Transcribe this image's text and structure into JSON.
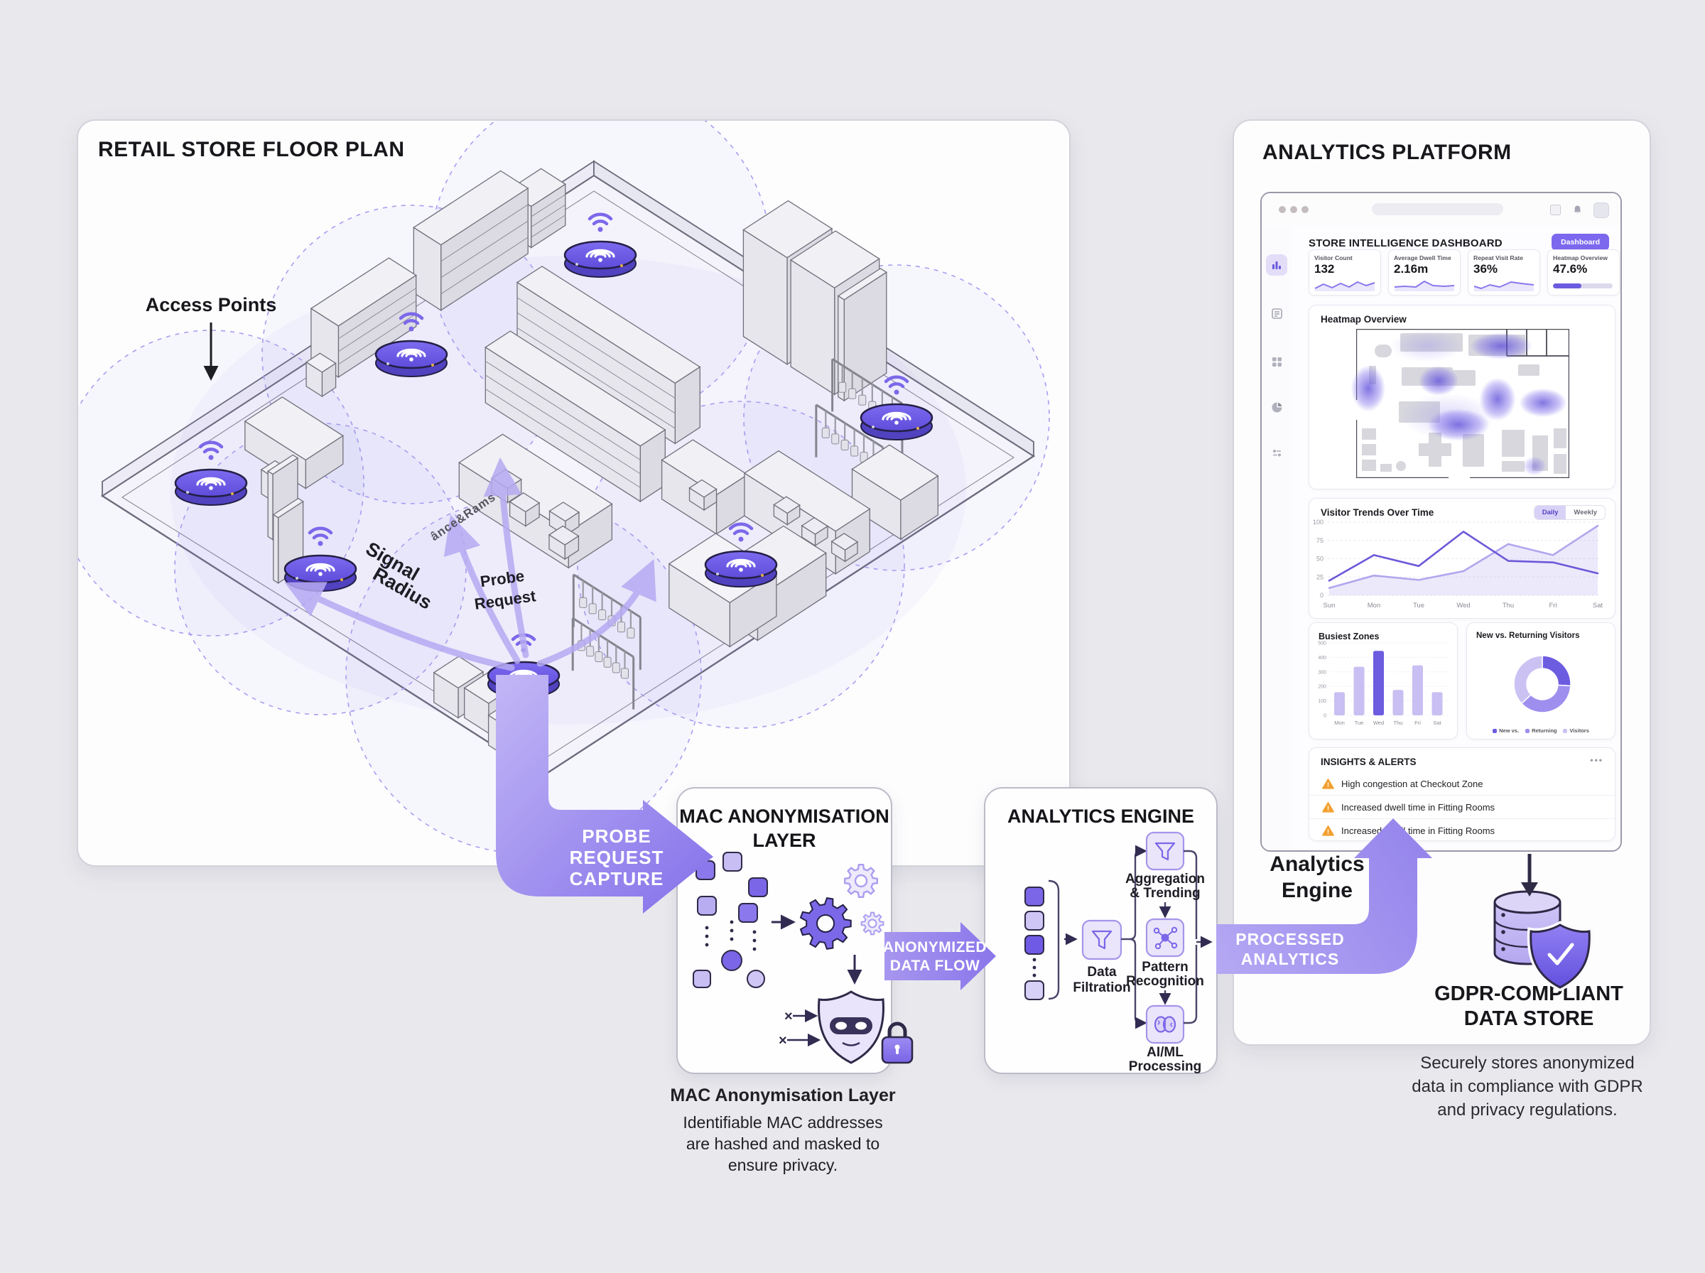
{
  "page": {
    "bg": "#e9e9ed",
    "accent": "#6c5ce0"
  },
  "floor_plan": {
    "title": "RETAIL STORE FLOOR PLAN",
    "access_points_label": "Access Points",
    "signal_radius_lines": [
      "Signal",
      "Radius"
    ],
    "probe_request_lines": [
      "Probe",
      "Request"
    ],
    "shelf_note": "ânce&Rams"
  },
  "flow": {
    "probe_lines": [
      "PROBE",
      "REQUEST",
      "CAPTURE"
    ],
    "anonymized_lines": [
      "ANONYMIZED",
      "DATA FLOW"
    ],
    "processed_lines": [
      "PROCESSED",
      "ANALYTICS"
    ],
    "engine_label_lines": [
      "Analytics",
      "Engine"
    ]
  },
  "mac_layer": {
    "title_lines": [
      "MAC ANONYMISATION",
      "LAYER"
    ],
    "caption_title": "MAC Anonymisation Layer",
    "caption_lines": [
      "Identifiable MAC addresses",
      "are hashed and masked to",
      "ensure privacy."
    ]
  },
  "analytics_engine": {
    "title": "ANALYTICS ENGINE",
    "data_filtration_lines": [
      "Data",
      "Filtration"
    ],
    "aggregation_lines": [
      "Aggregation",
      "& Trending"
    ],
    "pattern_lines": [
      "Pattern",
      "Recognition"
    ],
    "aiml_lines": [
      "AI/ML",
      "Processing"
    ]
  },
  "platform": {
    "title": "ANALYTICS PLATFORM",
    "dashboard": {
      "title": "STORE INTELLIGENCE DASHBOARD",
      "button_label": "Dashboard",
      "stats": [
        {
          "label": "Visitor Count",
          "value": "132"
        },
        {
          "label": "Average Dwell Time",
          "value": "2.16m"
        },
        {
          "label": "Repeat Visit Rate",
          "value": "36%"
        },
        {
          "label": "Heatmap Overview",
          "value": "47.6%"
        }
      ],
      "heatmap_title": "Heatmap Overview",
      "trends_title": "Visitor Trends Over Time",
      "toggle": {
        "daily": "Daily",
        "weekly": "Weekly"
      },
      "zones_title": "Busiest Zones",
      "donut_title": "New vs. Returning Visitors",
      "insights": {
        "title": "INSIGHTS & ALERTS",
        "menu": "•••",
        "alerts": [
          "High congestion at Checkout Zone",
          "Increased dwell time in Fitting Rooms",
          "Increased dwell time in Fitting Rooms"
        ]
      }
    }
  },
  "gdpr": {
    "title_lines": [
      "GDPR-COMPLIANT",
      "DATA STORE"
    ],
    "caption_lines": [
      "Securely stores anonymized",
      "data in compliance with GDPR",
      "and privacy regulations."
    ]
  },
  "chart_data": [
    {
      "id": "visitor_trends",
      "type": "line",
      "title": "Visitor Trends Over Time",
      "x": [
        "Sun",
        "Mon",
        "Tue",
        "Wed",
        "Thu",
        "Fri",
        "Sat"
      ],
      "ylim": [
        0,
        100
      ],
      "yticks": [
        0,
        25,
        50,
        75,
        100
      ],
      "grid": true,
      "toggle_selected": "Daily",
      "series": [
        {
          "name": "Daily",
          "color": "#6b59d8",
          "fill": false,
          "values": [
            20,
            55,
            40,
            87,
            47,
            45,
            30
          ]
        },
        {
          "name": "Weekly",
          "color": "#b3a6ee",
          "fill": true,
          "values": [
            10,
            27,
            21,
            33,
            70,
            55,
            95
          ]
        }
      ]
    },
    {
      "id": "busiest_zones",
      "type": "bar",
      "title": "Busiest Zones",
      "categories": [
        "Mon",
        "Tue",
        "Wed",
        "Thu",
        "Fri",
        "Sat"
      ],
      "values": [
        160,
        335,
        445,
        175,
        345,
        160
      ],
      "highlight_index": 2,
      "ylim": [
        0,
        500
      ],
      "yticks": [
        0,
        100,
        200,
        300,
        400,
        500
      ],
      "bar_color": "#c9bff2",
      "highlight_color": "#6c5ce0"
    },
    {
      "id": "new_vs_returning",
      "type": "pie",
      "title": "New vs. Returning Visitors",
      "labels": [
        "New vs.",
        "Returning",
        "Visitors"
      ],
      "values": [
        26,
        37,
        37
      ],
      "colors": [
        "#6c5ce0",
        "#9e8fef",
        "#cbc2f3"
      ],
      "legend_position": "bottom"
    }
  ]
}
